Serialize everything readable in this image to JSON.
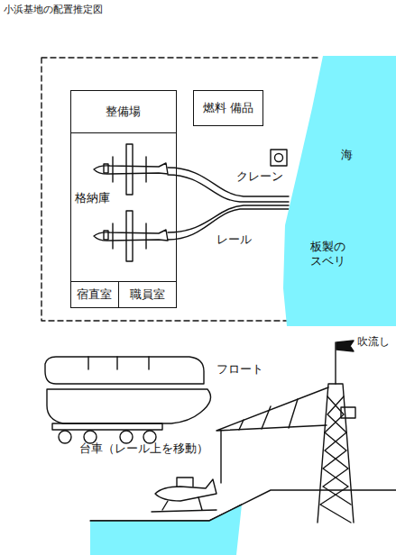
{
  "diagram": {
    "title": "小浜基地の配置推定図",
    "nodes": [
      {
        "text": [
          "整備場"
        ]
      },
      {
        "text": [
          "格納庫"
        ]
      },
      {
        "text": [
          "宿直室"
        ]
      },
      {
        "text": [
          "職員室"
        ]
      },
      {
        "text": [
          "燃料 備品"
        ]
      },
      {
        "text": [
          "海"
        ]
      }
    ],
    "labels": [
      "クレーン",
      "レール",
      "板製の スベリ",
      "フロート",
      "台車（レール上を移動）",
      "吹流し"
    ]
  }
}
